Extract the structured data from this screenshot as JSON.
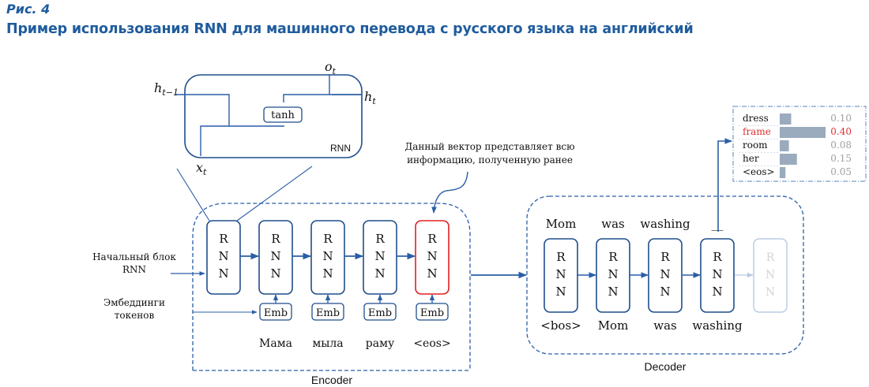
{
  "figure": {
    "label": "Рис. 4",
    "title": "Пример использования RNN для машинного перевода с русского языка на английский"
  },
  "cell": {
    "label": "RNN",
    "activation": "tanh",
    "input_prev_hidden": "h",
    "input_prev_hidden_sub": "t−1",
    "output_hidden": "h",
    "output_hidden_sub": "t",
    "output": "o",
    "output_sub": "t",
    "input": "x",
    "input_sub": "t"
  },
  "annotations": {
    "initial_block_line1": "Начальный блок",
    "initial_block_line2": "RNN",
    "embeddings_line1": "Эмбеддинги",
    "embeddings_line2": "токенов",
    "context_line1": "Данный вектор представляет всю",
    "context_line2": "информацию, полученную ранее"
  },
  "encoder": {
    "label": "Encoder",
    "block_letters": [
      "R",
      "N",
      "N"
    ],
    "emb_label": "Emb",
    "tokens": [
      "Мама",
      "мыла",
      "раму",
      "<eos>"
    ],
    "highlight_color": "#e02020"
  },
  "decoder": {
    "label": "Decoder",
    "block_letters": [
      "R",
      "N",
      "N"
    ],
    "outputs": [
      "Mom",
      "was",
      "washing",
      "__"
    ],
    "inputs": [
      "<bos>",
      "Mom",
      "was",
      "washing"
    ]
  },
  "prediction": {
    "items": [
      {
        "word": "dress",
        "prob": "0.10",
        "value": 0.1,
        "highlight": false
      },
      {
        "word": "frame",
        "prob": "0.40",
        "value": 0.4,
        "highlight": true
      },
      {
        "word": "room",
        "prob": "0.08",
        "value": 0.08,
        "highlight": false
      },
      {
        "word": "her",
        "prob": "0.15",
        "value": 0.15,
        "highlight": false
      },
      {
        "word": "<eos>",
        "prob": "0.05",
        "value": 0.05,
        "highlight": false
      }
    ],
    "bar_color": "#9aabbd",
    "highlight_color": "#e03030"
  },
  "colors": {
    "primary": "#1f4e8c",
    "line": "#2a5ea8",
    "faded": "#b8cbe2",
    "title": "#1f5c9e"
  }
}
